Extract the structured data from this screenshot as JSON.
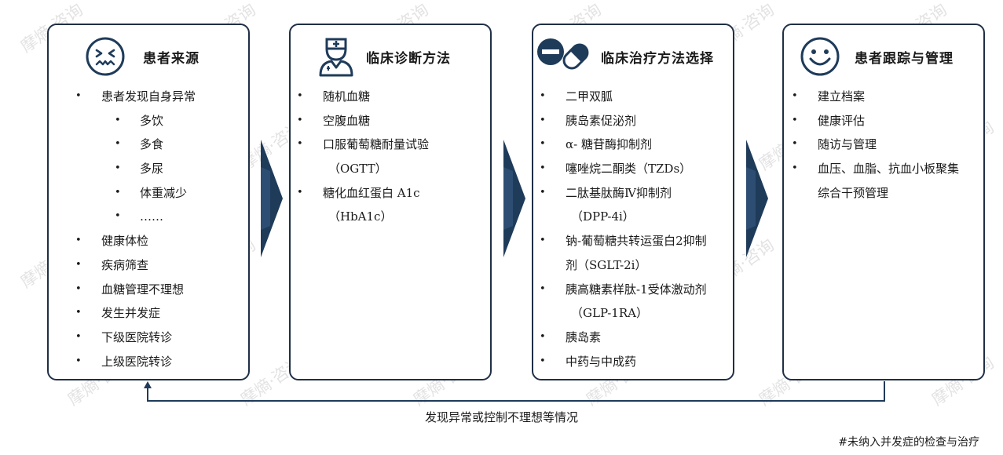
{
  "panels": [
    {
      "title": "患者来源",
      "icon": "worried-face-icon",
      "items": [
        {
          "kind": "main",
          "text": "患者发现自身异常"
        },
        {
          "kind": "sub",
          "text": "多饮"
        },
        {
          "kind": "sub",
          "text": "多食"
        },
        {
          "kind": "sub",
          "text": "多尿"
        },
        {
          "kind": "sub",
          "text": "体重减少"
        },
        {
          "kind": "sub",
          "text": "……"
        },
        {
          "kind": "main",
          "text": "健康体检"
        },
        {
          "kind": "main",
          "text": "疾病筛查"
        },
        {
          "kind": "main",
          "text": "血糖管理不理想"
        },
        {
          "kind": "main",
          "text": "发生并发症"
        },
        {
          "kind": "main",
          "text": "下级医院转诊"
        },
        {
          "kind": "main",
          "text": "上级医院转诊"
        }
      ]
    },
    {
      "title": "临床诊断方法",
      "icon": "doctor-icon",
      "items": [
        {
          "kind": "main",
          "text": "随机血糖"
        },
        {
          "kind": "main",
          "text": "空腹血糖"
        },
        {
          "kind": "main",
          "text": "口服葡萄糖耐量试验"
        },
        {
          "kind": "cont",
          "text": "（OGTT）"
        },
        {
          "kind": "main",
          "text": "糖化血红蛋白 A1c"
        },
        {
          "kind": "cont",
          "text": "（HbA1c）"
        }
      ]
    },
    {
      "title": "临床治疗方法选择",
      "icon": "pill-icon",
      "items": [
        {
          "kind": "main",
          "text": "二甲双胍"
        },
        {
          "kind": "main",
          "text": "胰岛素促泌剂"
        },
        {
          "kind": "main",
          "text": "α- 糖苷酶抑制剂"
        },
        {
          "kind": "main",
          "text": "噻唑烷二酮类（TZDs）"
        },
        {
          "kind": "main",
          "text": "二肽基肽酶Ⅳ抑制剂"
        },
        {
          "kind": "cont",
          "text": "（DPP-4i）"
        },
        {
          "kind": "main",
          "text": "钠-葡萄糖共转运蛋白2抑制"
        },
        {
          "kind": "cont0",
          "text": "剂（SGLT-2i）"
        },
        {
          "kind": "main",
          "text": "胰高糖素样肽-1受体激动剂"
        },
        {
          "kind": "cont",
          "text": "（GLP-1RA）"
        },
        {
          "kind": "main",
          "text": "胰岛素"
        },
        {
          "kind": "main",
          "text": "中药与中成药"
        }
      ]
    },
    {
      "title": "患者跟踪与管理",
      "icon": "smiley-face-icon",
      "items": [
        {
          "kind": "main",
          "text": "建立档案"
        },
        {
          "kind": "main",
          "text": "健康评估"
        },
        {
          "kind": "main",
          "text": "随访与管理"
        },
        {
          "kind": "main",
          "text": "血压、血脂、抗血小板聚集"
        },
        {
          "kind": "cont0",
          "text": "综合干预管理"
        }
      ]
    }
  ],
  "bullet": "•",
  "feedback_label": "发现异常或控制不理想等情况",
  "footnote": "#未纳入并发症的检查与治疗",
  "watermark": "摩熵·咨询",
  "colors": {
    "navy": "#1f3b5a",
    "border": "#1f2f45"
  }
}
